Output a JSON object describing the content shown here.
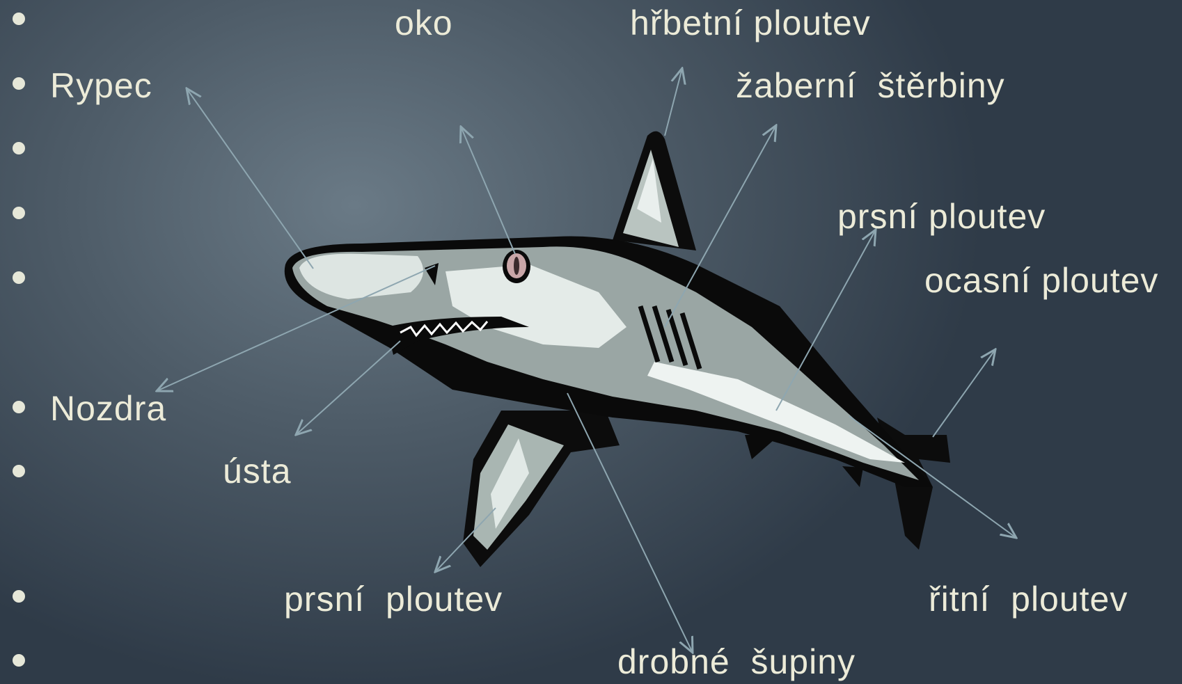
{
  "labels": {
    "oko": "oko",
    "hrbetni_ploutev": "hřbetní ploutev",
    "rypec": "Rypec",
    "zaberni_sterbiny": "žaberní  štěrbiny",
    "prsni_ploutev_top": "prsní ploutev",
    "ocasni_ploutev": "ocasní ploutev",
    "nozdra": "Nozdra",
    "usta": "ústa",
    "prsni_ploutev_bottom": "prsní  ploutev",
    "ritni_ploutev": "řitní  ploutev",
    "drobne_supiny": "drobné  šupiny"
  },
  "colors": {
    "text": "#ecebd8",
    "arrow": "#8ea6b0",
    "background": "#4e5c68"
  }
}
